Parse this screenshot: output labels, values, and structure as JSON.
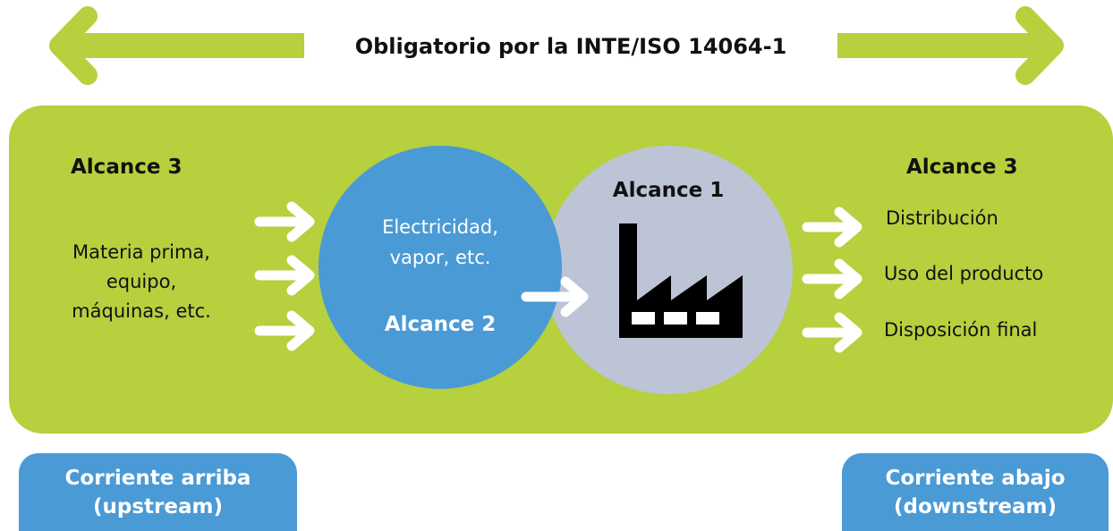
{
  "title": "Obligatorio por la INTE/ISO 14064-1",
  "upstream": {
    "heading": "Alcance 3",
    "lines": [
      "Materia prima,",
      "equipo,",
      "máquinas, etc."
    ]
  },
  "scope2": {
    "lines": [
      "Electricidad,",
      "vapor, etc."
    ],
    "heading": "Alcance 2"
  },
  "scope1": {
    "heading": "Alcance 1",
    "icon": "factory-icon"
  },
  "downstream": {
    "heading": "Alcance 3",
    "items": [
      "Distribución",
      "Uso del producto",
      "Disposición final"
    ]
  },
  "footer": {
    "left": [
      "Corriente arriba",
      "(upstream)"
    ],
    "right": [
      "Corriente abajo",
      "(downstream)"
    ]
  },
  "colors": {
    "green": "#b6d03e",
    "blue": "#4a9ad6",
    "grey": "#bcc4d6"
  }
}
